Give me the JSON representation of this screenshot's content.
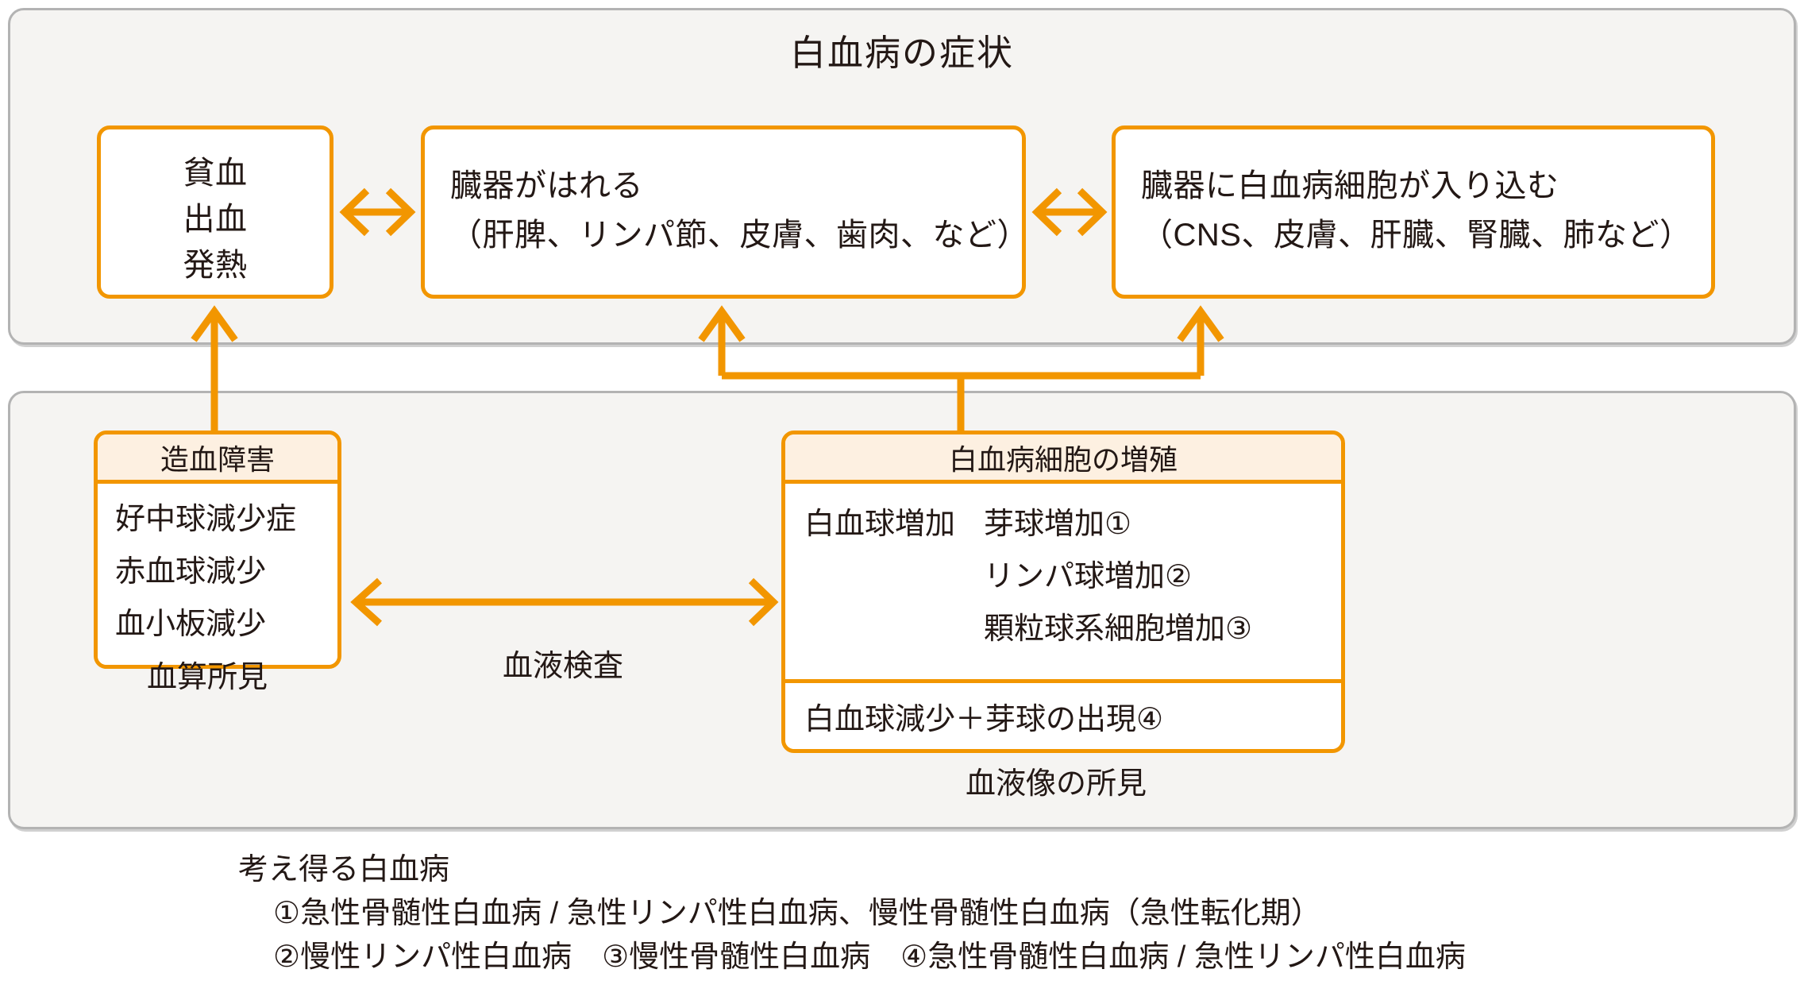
{
  "diagram": {
    "title": "白血病の症状",
    "accent_color": "#f29600",
    "panel_bg": "#f5f4f2",
    "panel_border": "#b3b3b3",
    "header_fill": "#fdf0e1",
    "text_color": "#231815"
  },
  "top_panel": {
    "symptoms_box": {
      "lines": [
        "貧血",
        "出血",
        "発熱"
      ]
    },
    "organ_swell_box": {
      "lines": [
        "臓器がはれる",
        "（肝脾、リンパ節、皮膚、歯肉、など）"
      ]
    },
    "organ_infiltration_box": {
      "lines": [
        "臓器に白血病細胞が入り込む",
        "（CNS、皮膚、肝臓、腎臓、肺など）"
      ]
    }
  },
  "bottom_panel": {
    "hematopoietic_box": {
      "header": "造血障害",
      "lines": [
        "好中球減少症",
        "赤血球減少",
        "血小板減少"
      ]
    },
    "proliferation_box": {
      "header": "白血病細胞の増殖",
      "left_label": "白血球増加",
      "right_lines": [
        "芽球増加①",
        "リンパ球増加②",
        "顆粒球系細胞増加③"
      ],
      "footer": "白血球減少＋芽球の出現④"
    },
    "captions": {
      "cbc": "血算所見",
      "blood_test": "血液検査",
      "smear": "血液像の所見"
    }
  },
  "legend": {
    "heading": "考え得る白血病",
    "line1": "①急性骨髄性白血病 / 急性リンパ性白血病、慢性骨髄性白血病（急性転化期）",
    "line2": "②慢性リンパ性白血病　③慢性骨髄性白血病　④急性骨髄性白血病 / 急性リンパ性白血病"
  }
}
